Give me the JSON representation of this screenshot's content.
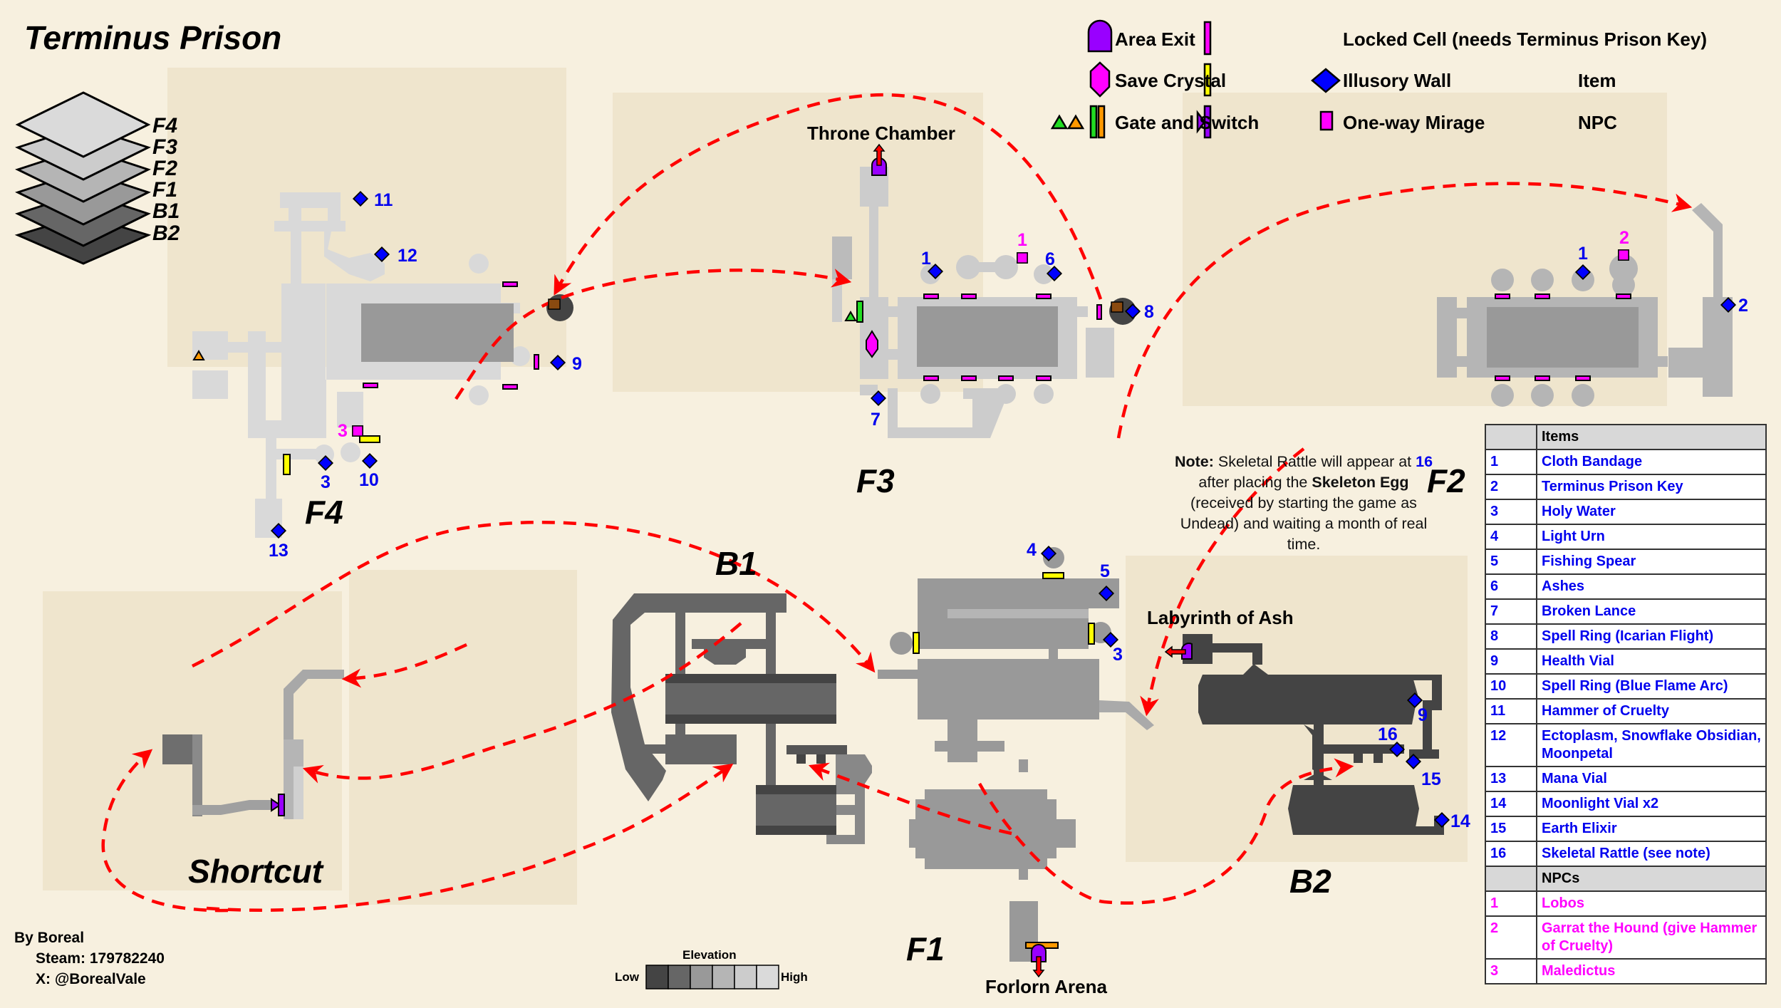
{
  "title": "Terminus Prison",
  "floor_stack": [
    "F4",
    "F3",
    "F2",
    "F1",
    "B1",
    "B2"
  ],
  "floors": {
    "f4": "F4",
    "f3": "F3",
    "f2": "F2",
    "f1": "F1",
    "b1": "B1",
    "b2": "B2",
    "shortcut": "Shortcut"
  },
  "places": {
    "throne_chamber": "Throne Chamber",
    "labyrinth_of_ash": "Labyrinth of Ash",
    "forlorn_arena": "Forlorn Arena"
  },
  "legend": {
    "area_exit": "Area Exit",
    "save_crystal": "Save Crystal",
    "gate_and_switch": "Gate and Switch",
    "locked_cell": "Locked Cell (needs Terminus Prison Key)",
    "illusory_wall": "Illusory Wall",
    "one_way_mirage": "One-way Mirage",
    "item": "Item",
    "npc": "NPC",
    "colors": {
      "area_exit": "#9900ff",
      "save_crystal": "#ff00ff",
      "gate_green": "#22dd22",
      "gate_orange": "#ff9900",
      "locked_cell": "#ff00ff",
      "illusory_wall": "#ffff00",
      "mirage": "#9900ff",
      "item": "#0000ff",
      "npc": "#ff00ff",
      "route": "#ff0000"
    }
  },
  "markers": {
    "f4": {
      "i11": "11",
      "i12": "12",
      "i9": "9",
      "n3": "3",
      "i3": "3",
      "i10": "10",
      "i13": "13"
    },
    "f3": {
      "i1": "1",
      "n1": "1",
      "i6": "6",
      "i8": "8",
      "i7": "7"
    },
    "f2": {
      "i1": "1",
      "n2": "2",
      "i2": "2"
    },
    "f1": {
      "i4": "4",
      "i5": "5",
      "i3": "3"
    },
    "b2": {
      "i9": "9",
      "i16": "16",
      "i15": "15",
      "i14": "14"
    }
  },
  "note": {
    "lead": "Note:",
    "t1": " Skeletal Rattle will appear at ",
    "num": "16",
    "t2": " after placing the ",
    "bold": "Skeleton Egg",
    "t3": " (received by starting the game as Undead) and waiting a month of real time."
  },
  "table": {
    "items_header": "Items",
    "npcs_header": "NPCs",
    "items": [
      {
        "n": "1",
        "name": "Cloth Bandage"
      },
      {
        "n": "2",
        "name": "Terminus Prison Key"
      },
      {
        "n": "3",
        "name": "Holy Water"
      },
      {
        "n": "4",
        "name": "Light Urn"
      },
      {
        "n": "5",
        "name": "Fishing Spear"
      },
      {
        "n": "6",
        "name": "Ashes"
      },
      {
        "n": "7",
        "name": "Broken Lance"
      },
      {
        "n": "8",
        "name": "Spell Ring (Icarian Flight)"
      },
      {
        "n": "9",
        "name": "Health Vial"
      },
      {
        "n": "10",
        "name": "Spell Ring (Blue Flame Arc)"
      },
      {
        "n": "11",
        "name": "Hammer of Cruelty"
      },
      {
        "n": "12",
        "name": "Ectoplasm, Snowflake Obsidian, Moonpetal"
      },
      {
        "n": "13",
        "name": "Mana Vial"
      },
      {
        "n": "14",
        "name": "Moonlight Vial x2"
      },
      {
        "n": "15",
        "name": "Earth Elixir"
      },
      {
        "n": "16",
        "name": "Skeletal Rattle (see note)"
      }
    ],
    "npcs": [
      {
        "n": "1",
        "name": "Lobos"
      },
      {
        "n": "2",
        "name": "Garrat the Hound (give Hammer of Cruelty)"
      },
      {
        "n": "3",
        "name": "Maledictus"
      }
    ]
  },
  "elevation": {
    "title": "Elevation",
    "low": "Low",
    "high": "High",
    "shades": [
      "#444444",
      "#666666",
      "#999999",
      "#b5b5b5",
      "#cccccc",
      "#dadada"
    ]
  },
  "credits": {
    "by": "By Boreal",
    "steam": "Steam: 179782240",
    "x": "X: @BorealVale"
  }
}
